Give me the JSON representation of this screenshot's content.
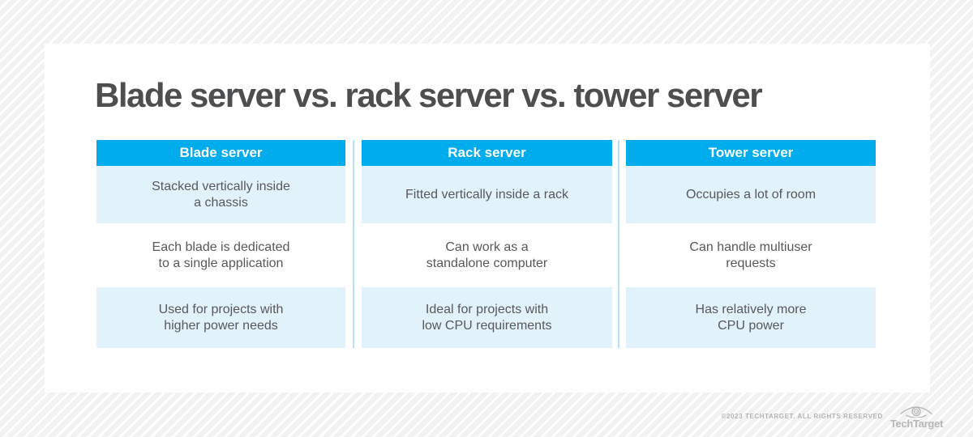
{
  "title": "Blade server vs. rack server vs. tower server",
  "table": {
    "columns": [
      {
        "header": "Blade server",
        "rows": [
          "Stacked vertically inside\na chassis",
          "Each blade is dedicated\nto a single application",
          "Used for projects with\nhigher power needs"
        ]
      },
      {
        "header": "Rack server",
        "rows": [
          "Fitted vertically inside a rack",
          "Can work as a\nstandalone computer",
          "Ideal for projects with\nlow CPU requirements"
        ]
      },
      {
        "header": "Tower server",
        "rows": [
          "Occupies a lot of room",
          "Can handle multiuser\nrequests",
          "Has relatively more\nCPU power"
        ]
      }
    ]
  },
  "chart_data": {
    "type": "table",
    "title": "Blade server vs. rack server vs. tower server",
    "columns": [
      "Blade server",
      "Rack server",
      "Tower server"
    ],
    "rows": [
      [
        "Stacked vertically inside a chassis",
        "Fitted vertically inside a rack",
        "Occupies a lot of room"
      ],
      [
        "Each blade is dedicated to a single application",
        "Can work as a standalone computer",
        "Can handle multiuser requests"
      ],
      [
        "Used for projects with higher power needs",
        "Ideal for projects with low CPU requirements",
        "Has relatively more CPU power"
      ]
    ]
  },
  "footer": {
    "copyright": "©2023 TECHTARGET. ALL RIGHTS RESERVED",
    "brand": "TechTarget",
    "logo_icon": "eye-target-icon"
  },
  "colors": {
    "header_bg": "#00acec",
    "cell_alt_bg": "#e1f2fa",
    "divider": "#b5e2f4",
    "title_text": "#4d4e50",
    "cell_text": "#58585a",
    "footer_text": "#b4b4b4"
  }
}
